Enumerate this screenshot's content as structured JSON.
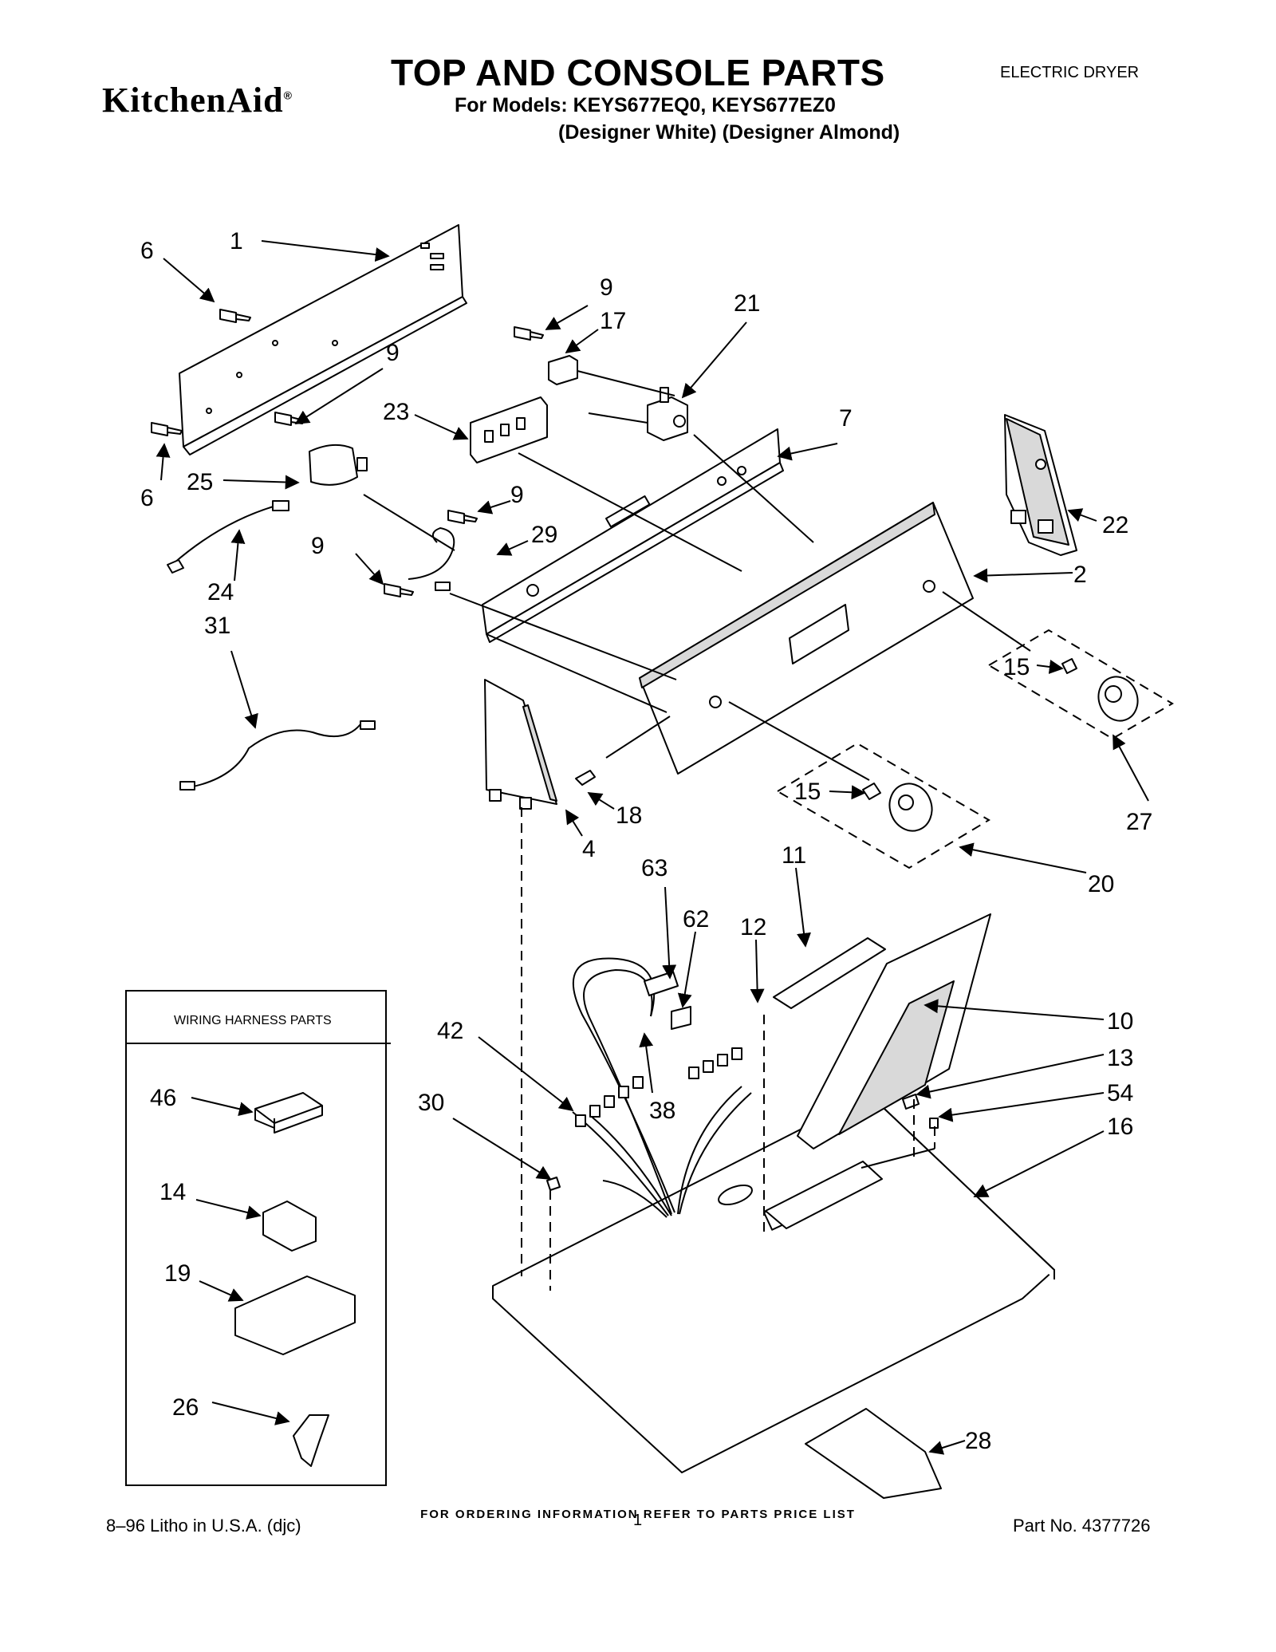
{
  "header": {
    "brand": "KitchenAid",
    "brand_mark": "®",
    "title": "TOP AND CONSOLE PARTS",
    "models": "For Models: KEYS677EQ0, KEYS677EZ0",
    "variants": "(Designer White) (Designer Almond)",
    "product": "ELECTRIC DRYER"
  },
  "inset": {
    "title": "WIRING HARNESS PARTS"
  },
  "callouts": [
    "1",
    "2",
    "4",
    "6",
    "6",
    "7",
    "9",
    "9",
    "9",
    "9",
    "10",
    "11",
    "12",
    "13",
    "14",
    "15",
    "15",
    "16",
    "17",
    "18",
    "19",
    "20",
    "21",
    "22",
    "23",
    "24",
    "25",
    "26",
    "27",
    "28",
    "29",
    "30",
    "31",
    "38",
    "42",
    "46",
    "54",
    "62",
    "63"
  ],
  "footer": {
    "ordering": "FOR ORDERING INFORMATION REFER TO PARTS PRICE LIST",
    "litho": "8–96 Litho in U.S.A. (djc)",
    "page": "1",
    "part_no": "Part No. 4377726"
  }
}
